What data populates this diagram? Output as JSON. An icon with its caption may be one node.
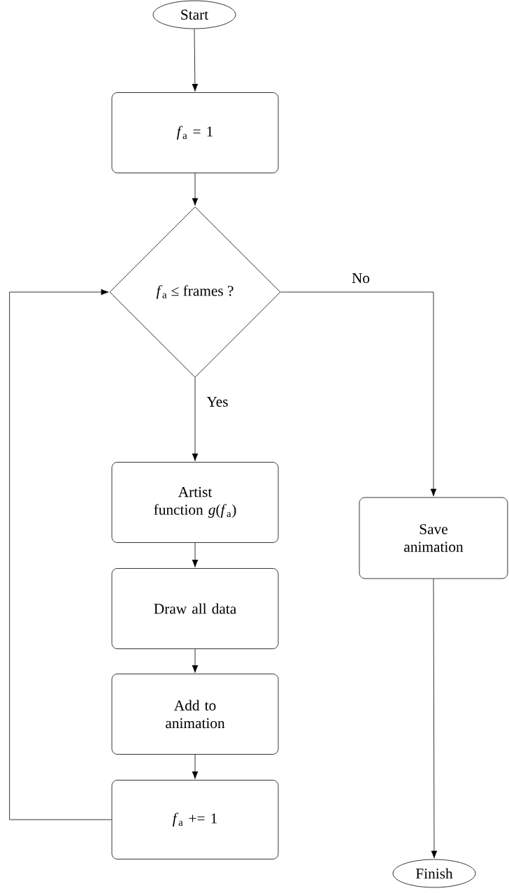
{
  "diagram": {
    "nodes": [
      {
        "text": [
          "Start"
        ]
      },
      {
        "text": [
          "*f*$_{a}$ = 1"
        ]
      },
      {
        "text": [
          "*f*$_{a}$ ≤ frames ?"
        ]
      },
      {
        "text": [
          "Artist function *g*(*f*$_{a}$)"
        ]
      },
      {
        "text": [
          "Draw all data"
        ]
      },
      {
        "text": [
          "Add to animation"
        ]
      },
      {
        "text": [
          "*f*$_{a}$ += 1"
        ]
      },
      {
        "text": [
          "Save animation"
        ]
      },
      {
        "text": [
          "Finish"
        ]
      }
    ],
    "edges": [
      {
        "from": 0,
        "to": 1,
        "arrow": "to"
      },
      {
        "from": 1,
        "to": 2,
        "arrow": "to"
      },
      {
        "from": 2,
        "to": 3,
        "arrow": "to",
        "label": "Yes"
      },
      {
        "from": 3,
        "to": 4,
        "arrow": "to"
      },
      {
        "from": 4,
        "to": 5,
        "arrow": "to"
      },
      {
        "from": 5,
        "to": 6,
        "arrow": "to"
      },
      {
        "from": 6,
        "to": 2,
        "arrow": "to"
      },
      {
        "from": 2,
        "to": 7,
        "arrow": "to",
        "label": "No"
      },
      {
        "from": 7,
        "to": 8,
        "arrow": "to"
      }
    ]
  }
}
